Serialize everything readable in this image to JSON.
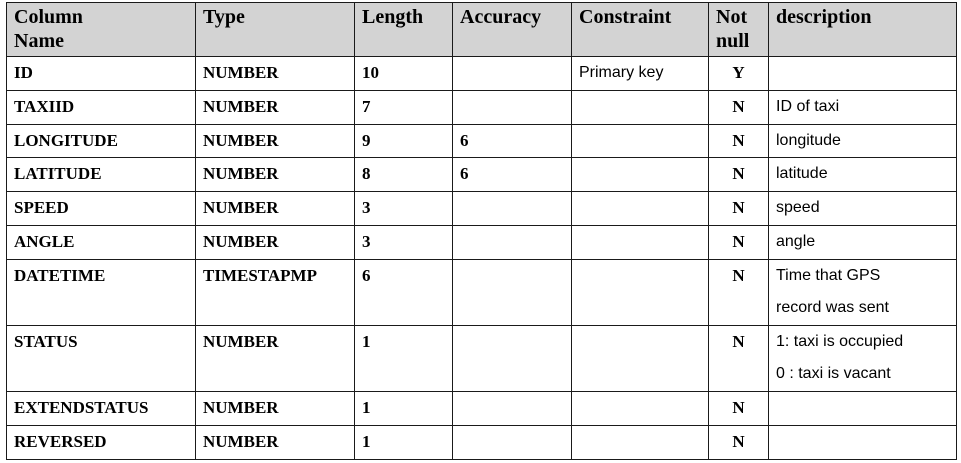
{
  "table": {
    "headers": [
      {
        "key": "column_name",
        "lines": [
          "Column",
          "Name"
        ]
      },
      {
        "key": "type",
        "lines": [
          "Type"
        ]
      },
      {
        "key": "length",
        "lines": [
          "Length"
        ]
      },
      {
        "key": "accuracy",
        "lines": [
          "Accuracy"
        ]
      },
      {
        "key": "constraint",
        "lines": [
          "Constraint"
        ]
      },
      {
        "key": "not_null",
        "lines": [
          "Not",
          "null"
        ]
      },
      {
        "key": "description",
        "lines": [
          "description"
        ]
      }
    ],
    "rows": [
      {
        "column_name": "ID",
        "type": "NUMBER",
        "length": "10",
        "accuracy": "",
        "constraint": "Primary key",
        "not_null": "Y",
        "description": []
      },
      {
        "column_name": "TAXIID",
        "type": "NUMBER",
        "length": "7",
        "accuracy": "",
        "constraint": "",
        "not_null": "N",
        "description": [
          "ID of taxi"
        ]
      },
      {
        "column_name": "LONGITUDE",
        "type": "NUMBER",
        "length": "9",
        "accuracy": "6",
        "constraint": "",
        "not_null": "N",
        "description": [
          "longitude"
        ]
      },
      {
        "column_name": "LATITUDE",
        "type": "NUMBER",
        "length": "8",
        "accuracy": "6",
        "constraint": "",
        "not_null": "N",
        "description": [
          "latitude"
        ]
      },
      {
        "column_name": "SPEED",
        "type": "NUMBER",
        "length": "3",
        "accuracy": "",
        "constraint": "",
        "not_null": "N",
        "description": [
          "speed"
        ]
      },
      {
        "column_name": "ANGLE",
        "type": "NUMBER",
        "length": "3",
        "accuracy": "",
        "constraint": "",
        "not_null": "N",
        "description": [
          "angle"
        ]
      },
      {
        "column_name": "DATETIME",
        "type": "TIMESTAPMP",
        "length": "6",
        "accuracy": "",
        "constraint": "",
        "not_null": "N",
        "description": [
          "Time that GPS",
          "record was sent"
        ]
      },
      {
        "column_name": "STATUS",
        "type": "NUMBER",
        "length": "1",
        "accuracy": "",
        "constraint": "",
        "not_null": "N",
        "description": [
          "1: taxi is occupied",
          "0 : taxi is vacant"
        ]
      },
      {
        "column_name": "EXTENDSTATUS",
        "type": "NUMBER",
        "length": "1",
        "accuracy": "",
        "constraint": "",
        "not_null": "N",
        "description": []
      },
      {
        "column_name": "REVERSED",
        "type": "NUMBER",
        "length": "1",
        "accuracy": "",
        "constraint": "",
        "not_null": "N",
        "description": []
      }
    ]
  },
  "colors": {
    "header_background": "#d3d3d3",
    "border": "#1a1a1a",
    "text": "#000000"
  }
}
